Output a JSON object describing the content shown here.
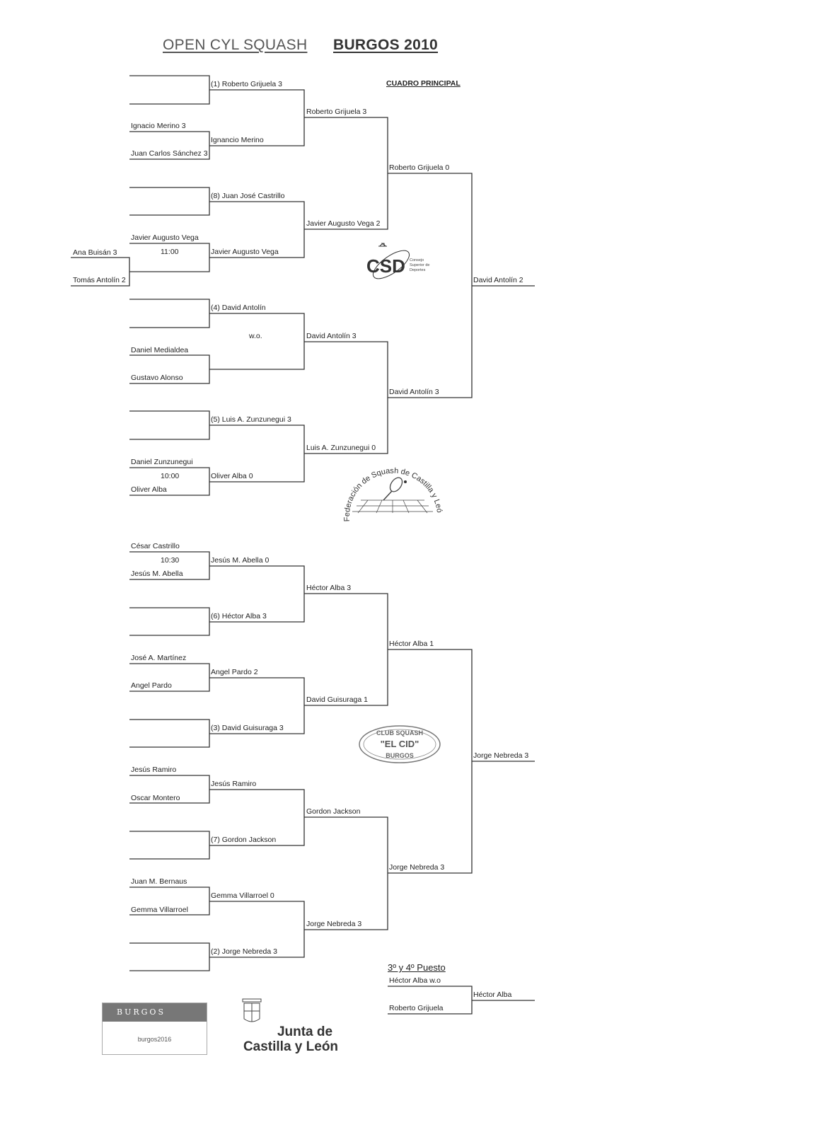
{
  "header": {
    "title_left": "OPEN CYL SQUASH",
    "title_right": "BURGOS 2010",
    "draw_label": "CUADRO PRINCIPAL"
  },
  "first_round": {
    "r1": "Ignacio Merino 3",
    "r2": "Juan Carlos Sánchez 3",
    "r3": "Javier Augusto Vega",
    "r3_time": "11:00",
    "r4_wo": "w.o.",
    "r5": "Daniel Medialdea",
    "r6": "Gustavo Alonso",
    "r7": "Daniel Zunzunegui",
    "r7_time": "10:00",
    "r8": "Oliver Alba",
    "r9": "César Castrillo",
    "r9_time": "10:30",
    "r10": "Jesús M. Abella",
    "r11": "José A. Martínez",
    "r12": "Angel Pardo",
    "r13": "Jesús Ramiro",
    "r14": "Oscar Montero",
    "r15": "Juan M. Bernaus",
    "r16": "Gemma Villarroel"
  },
  "qualifying": {
    "a": "Ana Buisán 3",
    "b": "Tomás Antolín 2"
  },
  "second_round": [
    "(1) Roberto Grijuela 3",
    "Ignancio Merino",
    "(8) Juan José Castrillo",
    "Javier Augusto Vega",
    "(4) David Antolín",
    "(5) Luis A. Zunzunegui 3",
    "Oliver Alba 0",
    "Jesús M. Abella 0",
    "(6) Héctor Alba  3",
    "Angel Pardo 2",
    "(3) David Guisuraga 3",
    "Jesús Ramiro",
    "(7) Gordon Jackson",
    "Gemma Villarroel 0",
    "(2) Jorge Nebreda 3"
  ],
  "quarterfinals": [
    "Roberto Grijuela 3",
    "Javier Augusto Vega 2",
    "David Antolín 3",
    "Luis A. Zunzunegui 0",
    "Héctor Alba 3",
    "David Guisuraga 1",
    "Gordon Jackson",
    "Jorge Nebreda 3"
  ],
  "semifinals": [
    "Roberto Grijuela 0",
    "David Antolín 3",
    "Héctor Alba 1",
    "Jorge Nebreda 3"
  ],
  "finalists": [
    "David Antolín 2",
    "Jorge Nebreda 3"
  ],
  "third_place": {
    "title": "3º y 4º Puesto",
    "p1": "Héctor Alba w.o",
    "p2": "Roberto Grijuela",
    "winner": "Héctor Alba"
  },
  "logos": {
    "csd": "CSD",
    "csd_sub1": "Consejo",
    "csd_sub2": "Superior de",
    "csd_sub3": "Deportes",
    "federation": "Federación de Squash de Castilla y León",
    "club_line1": "CLUB SQUASH",
    "club_line2": "\"EL CID\"",
    "club_line3": "BURGOS",
    "burgos": "BURGOS",
    "burgos2016": "burgos2016",
    "junta_line1": "Junta de",
    "junta_line2": "Castilla y León"
  }
}
